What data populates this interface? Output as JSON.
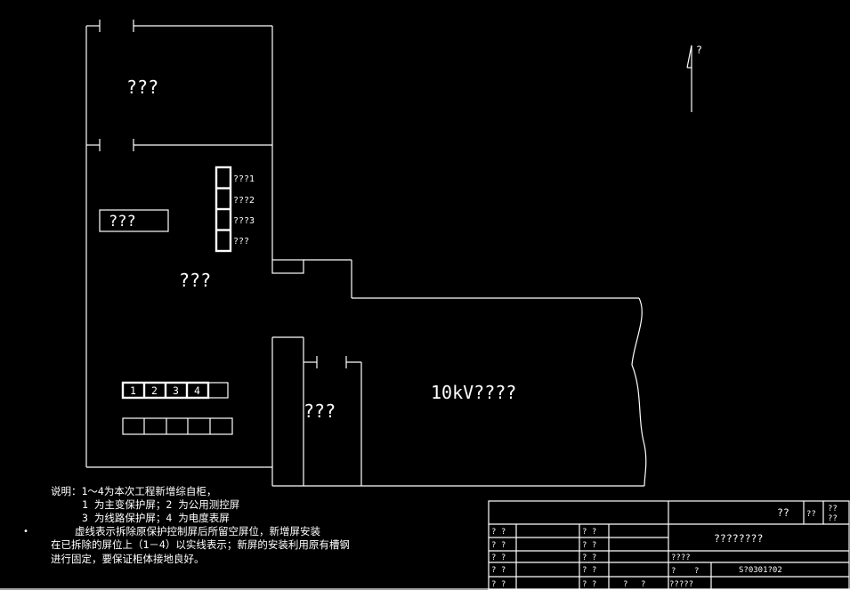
{
  "rooms": {
    "top_room_label": "???",
    "inline_box_label": "???",
    "control_room_label": "???",
    "small_room_label": "???",
    "switchgear_label": "10kV????"
  },
  "north_marker": {
    "label": "?"
  },
  "panel_column": {
    "items": [
      "???1",
      "???2",
      "???3",
      "???"
    ]
  },
  "panel_row": {
    "numbers": [
      "1",
      "2",
      "3",
      "4"
    ]
  },
  "notes": {
    "lines": [
      "说明：1～4为本次工程新增综自柜，",
      "1  为主变保护屏；2  为公用测控屏",
      "3  为线路保护屏；4  为电度表屏",
      "虚线表示拆除原保护控制屏后所留空屏位，新增屏安装",
      "在已拆除的屏位上（1－4）以实线表示；新屏的安装利用原有槽钢",
      "进行固定，要保证柜体接地良好。"
    ],
    "bullet": "•"
  },
  "title_block": {
    "top_right_a": "??",
    "top_right_b": "??",
    "top_right_c": "??",
    "top_right_d": "??",
    "drawing_title": "????????",
    "row_labels_left": [
      "? ?",
      "? ?",
      "? ?",
      "? ?",
      "? ?"
    ],
    "row_labels_mid": [
      "? ?",
      "? ?",
      "? ?",
      "? ?",
      "? ?"
    ],
    "designer_label": "????",
    "check_a": "?",
    "check_b": "?",
    "drawing_number": "S?0301?02",
    "bottom_a": "?",
    "bottom_b": "?",
    "bottom_date": "?????"
  }
}
